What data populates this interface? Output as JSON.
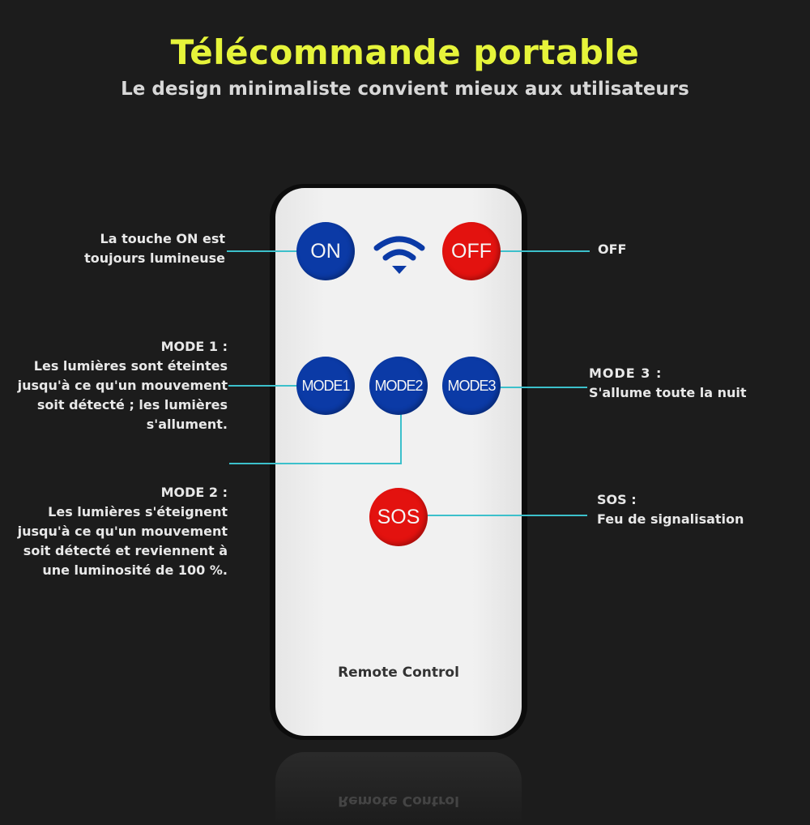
{
  "header": {
    "title": "Télécommande portable",
    "subtitle": "Le design minimaliste convient mieux aux utilisateurs"
  },
  "remote": {
    "buttons": {
      "on": "ON",
      "off": "OFF",
      "mode1": "MODE1",
      "mode2": "MODE2",
      "mode3": "MODE3",
      "sos": "SOS"
    },
    "label": "Remote Control"
  },
  "callouts": {
    "on": {
      "lines": [
        "La touche ON est",
        "toujours lumineuse"
      ]
    },
    "off": {
      "title": "OFF"
    },
    "mode1": {
      "title": "MODE 1 :",
      "lines": [
        "Les lumières sont éteintes",
        "jusqu'à ce qu'un mouvement",
        "soit détecté ; les lumières",
        "s'allument."
      ]
    },
    "mode2": {
      "title": "MODE 2 :",
      "lines": [
        "Les lumières s'éteignent",
        "jusqu'à ce qu'un mouvement",
        "soit détecté et reviennent à",
        "une luminosité de 100 %."
      ]
    },
    "mode3": {
      "title": "MODE 3 :",
      "lines": [
        "S'allume toute la nuit"
      ]
    },
    "sos": {
      "title": "SOS :",
      "lines": [
        "Feu de signalisation"
      ]
    }
  },
  "colors": {
    "title": "#e6f43a",
    "button_blue": "#0b3aa6",
    "button_red": "#e3120f",
    "leader_line": "#3cc0cb",
    "background": "#1c1c1c"
  },
  "icons": {
    "signal": "wifi-signal-icon"
  }
}
